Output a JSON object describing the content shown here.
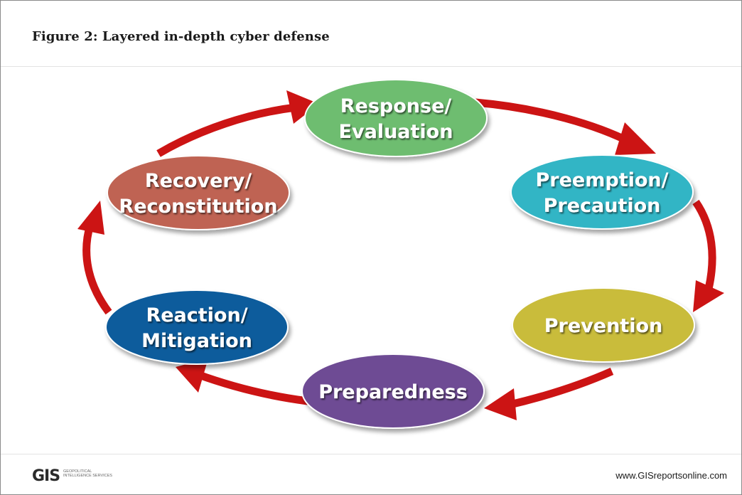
{
  "title": "Figure 2: Layered in-depth cyber defense",
  "nodes": [
    {
      "lines": [
        "Response/",
        "Evaluation"
      ],
      "color": "#6ebd6f"
    },
    {
      "lines": [
        "Preemption/",
        "Precaution"
      ],
      "color": "#33b5c5"
    },
    {
      "lines": [
        "Prevention"
      ],
      "color": "#c9bc3a"
    },
    {
      "lines": [
        "Preparedness"
      ],
      "color": "#6e4b94"
    },
    {
      "lines": [
        "Reaction/",
        "Mitigation"
      ],
      "color": "#0c5c9c"
    },
    {
      "lines": [
        "Recovery/",
        "Reconstitution"
      ],
      "color": "#bf6452"
    }
  ],
  "arrow_color": "#cc1414",
  "footer": {
    "logo_mark": "GIS",
    "logo_text": "Geopolitical Intelligence Services",
    "url": "www.GISreportsonline.com"
  }
}
